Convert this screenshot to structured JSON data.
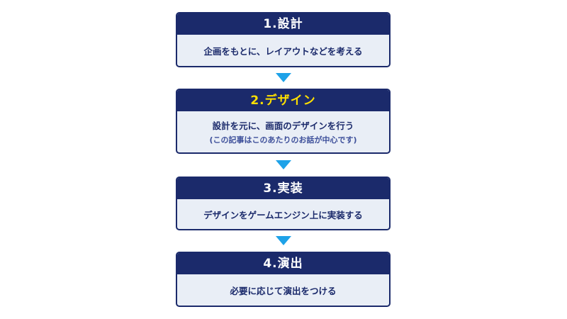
{
  "steps": [
    {
      "title": "1.設計",
      "description": "企画をもとに、レイアウトなどを考える"
    },
    {
      "title": "2.デザイン",
      "description": "設計を元に、画面のデザインを行う",
      "note": "(この記事はこのあたりのお話が中心です)"
    },
    {
      "title": "3.実装",
      "description": "デザインをゲームエンジン上に実装する"
    },
    {
      "title": "4.演出",
      "description": "必要に応じて演出をつける"
    }
  ],
  "colors": {
    "header_bg": "#1b2a6b",
    "header_text": "#ffffff",
    "highlight_title": "#ffe000",
    "body_bg": "#e9eef6",
    "body_text": "#1b2a6b",
    "arrow": "#1ea2e8"
  },
  "icons": [
    "down-arrow-icon"
  ]
}
